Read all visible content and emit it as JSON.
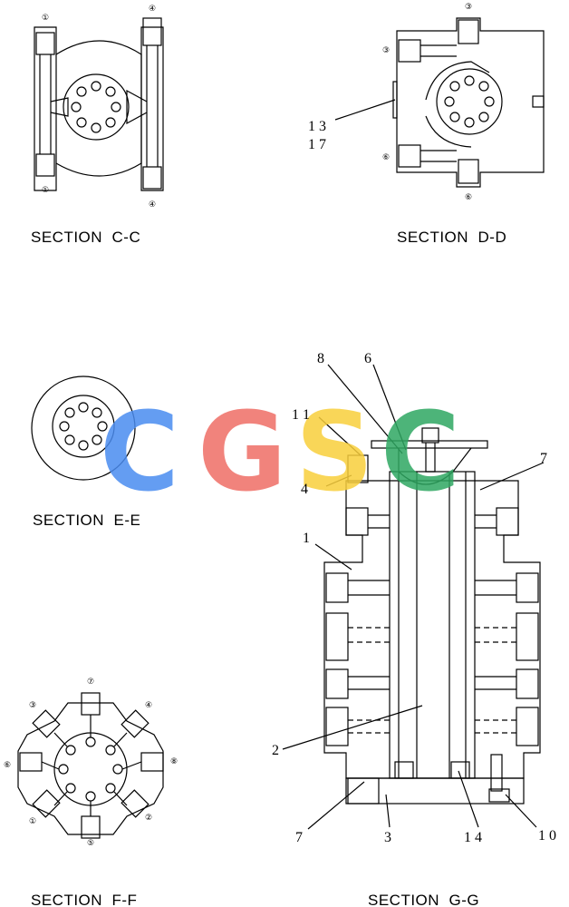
{
  "captions": {
    "cc": "SECTION  C-C",
    "dd": "SECTION  D-D",
    "ee": "SECTION  E-E",
    "ff": "SECTION  F-F",
    "gg": "SECTION  G-G"
  },
  "port_marks": {
    "cc": [
      "①",
      "④",
      "①",
      "④"
    ],
    "dd": [
      "③",
      "③",
      "⑥",
      "⑥"
    ],
    "ff": [
      "⑦",
      "③",
      "④",
      "⑥",
      "⑧",
      "①",
      "②",
      "⑤"
    ]
  },
  "callouts": {
    "dd": [
      "1 3",
      "1 7"
    ],
    "gg": [
      "8",
      "6",
      "1 1",
      "4",
      "7",
      "1",
      "2",
      "7",
      "3",
      "1 4",
      "1 0"
    ]
  },
  "watermark": {
    "letters": [
      "C",
      "G",
      "S",
      "C"
    ],
    "colors": [
      "#4a8cf0",
      "#ef6e66",
      "#f9cf3c",
      "#2fa862"
    ]
  }
}
